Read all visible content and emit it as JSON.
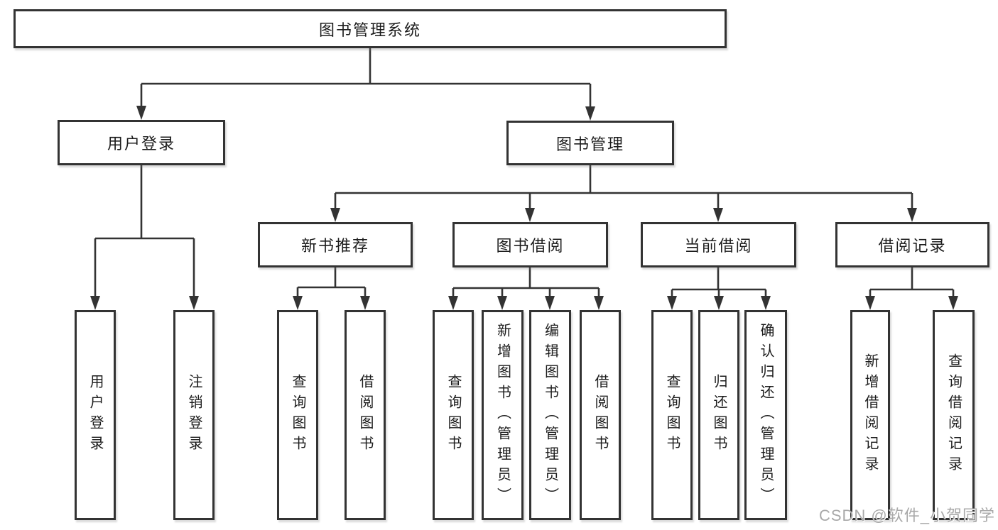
{
  "tree": {
    "root": {
      "label": "图书管理系统"
    },
    "children": [
      {
        "label": "用户登录",
        "children": [
          {
            "label": "用户登录"
          },
          {
            "label": "注销登录"
          }
        ]
      },
      {
        "label": "图书管理",
        "children": [
          {
            "label": "新书推荐",
            "children": [
              {
                "label": "查询图书"
              },
              {
                "label": "借阅图书"
              }
            ]
          },
          {
            "label": "图书借阅",
            "children": [
              {
                "label": "查询图书"
              },
              {
                "label": "新增图书（管理员）"
              },
              {
                "label": "编辑图书（管理员）"
              },
              {
                "label": "借阅图书"
              }
            ]
          },
          {
            "label": "当前借阅",
            "children": [
              {
                "label": "查询图书"
              },
              {
                "label": "归还图书"
              },
              {
                "label": "确认归还（管理员）"
              }
            ]
          },
          {
            "label": "借阅记录",
            "children": [
              {
                "label": "新增借阅记录"
              },
              {
                "label": "查询借阅记录"
              }
            ]
          }
        ]
      }
    ]
  },
  "watermark": "CSDN @软件_小贺同学",
  "colors": {
    "line": "#333333",
    "text": "#1c1c1c",
    "box_bg": "#ffffff",
    "watermark": "#a9a9a9",
    "background": "#ffffff"
  }
}
